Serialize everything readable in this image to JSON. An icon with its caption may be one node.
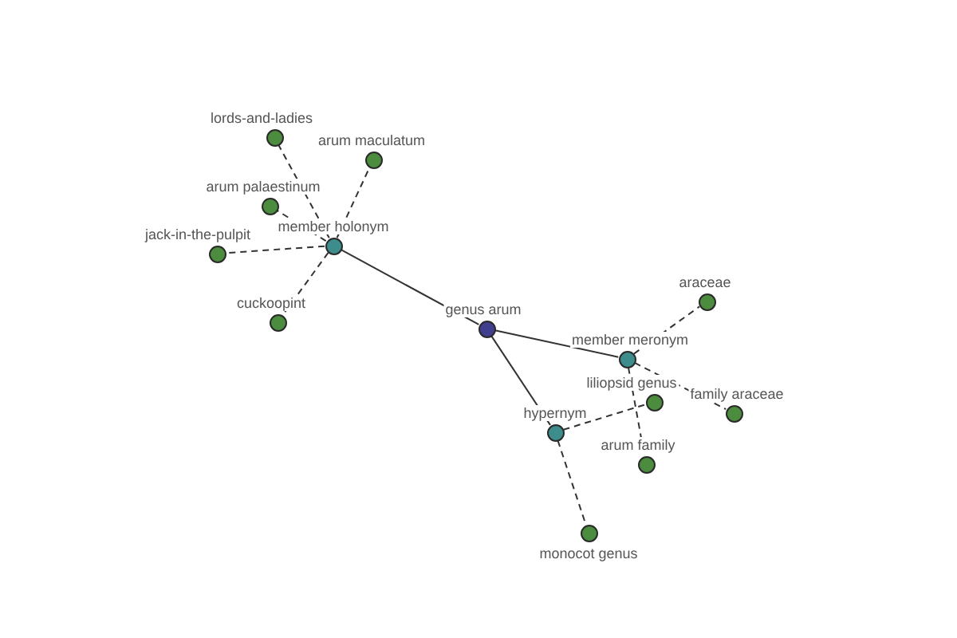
{
  "diagram": {
    "nodes": [
      {
        "text": [],
        "shape": "circle",
        "beside": [
          "genus arum"
        ]
      },
      {
        "text": [],
        "shape": "circle",
        "beside": [
          "member holonym"
        ]
      },
      {
        "text": [],
        "shape": "circle",
        "beside": [
          "lords-and-ladies"
        ]
      },
      {
        "text": [],
        "shape": "circle",
        "beside": [
          "arum maculatum"
        ]
      },
      {
        "text": [],
        "shape": "circle",
        "beside": [
          "arum palaestinum"
        ]
      },
      {
        "text": [],
        "shape": "circle",
        "beside": [
          "jack-in-the-pulpit"
        ]
      },
      {
        "text": [],
        "shape": "circle",
        "beside": [
          "cuckoopint"
        ]
      },
      {
        "text": [],
        "shape": "circle",
        "beside": [
          "member meronym"
        ]
      },
      {
        "text": [],
        "shape": "circle",
        "beside": [
          "araceae"
        ]
      },
      {
        "text": [],
        "shape": "circle",
        "beside": [
          "family araceae"
        ]
      },
      {
        "text": [],
        "shape": "circle",
        "beside": [
          "arum family"
        ]
      },
      {
        "text": [],
        "shape": "circle",
        "beside": [
          "hypernym"
        ]
      },
      {
        "text": [],
        "shape": "circle",
        "beside": [
          "liliopsid genus"
        ]
      },
      {
        "text": [],
        "shape": "circle",
        "beside": [
          "monocot genus"
        ]
      }
    ],
    "edges": [
      {
        "from": 0,
        "to": 1,
        "arrow": "none"
      },
      {
        "from": 1,
        "to": 2,
        "arrow": "none",
        "style": "dashed"
      },
      {
        "from": 1,
        "to": 3,
        "arrow": "none",
        "style": "dashed"
      },
      {
        "from": 1,
        "to": 4,
        "arrow": "none",
        "style": "dashed"
      },
      {
        "from": 1,
        "to": 5,
        "arrow": "none",
        "style": "dashed"
      },
      {
        "from": 1,
        "to": 6,
        "arrow": "none",
        "style": "dashed"
      },
      {
        "from": 0,
        "to": 7,
        "arrow": "none"
      },
      {
        "from": 7,
        "to": 8,
        "arrow": "none",
        "style": "dashed"
      },
      {
        "from": 7,
        "to": 9,
        "arrow": "none",
        "style": "dashed"
      },
      {
        "from": 7,
        "to": 10,
        "arrow": "none",
        "style": "dashed"
      },
      {
        "from": 0,
        "to": 11,
        "arrow": "none"
      },
      {
        "from": 11,
        "to": 12,
        "arrow": "none",
        "style": "dashed"
      },
      {
        "from": 11,
        "to": 13,
        "arrow": "none",
        "style": "dashed"
      }
    ]
  }
}
